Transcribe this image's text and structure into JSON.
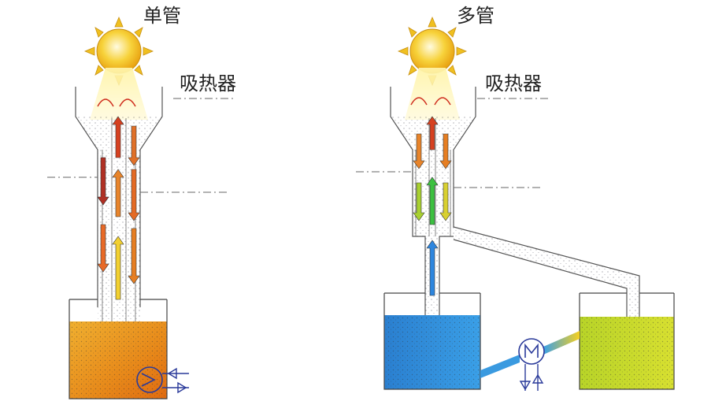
{
  "left_panel": {
    "title": "单管",
    "receiver_label": "吸热器"
  },
  "right_panel": {
    "title": "多管",
    "receiver_label": "吸热器"
  },
  "colors": {
    "hot_tank": "#e88a1a",
    "cold_tank": "#2f8fd8",
    "mid_tank": "#c8dc2a",
    "sun": "#f5c518",
    "arrow_hot": "#c0392b",
    "arrow_mid": "#e67e22",
    "arrow_warm": "#f1c40f",
    "arrow_green": "#2ecc40",
    "arrow_cold": "#2e86de"
  }
}
